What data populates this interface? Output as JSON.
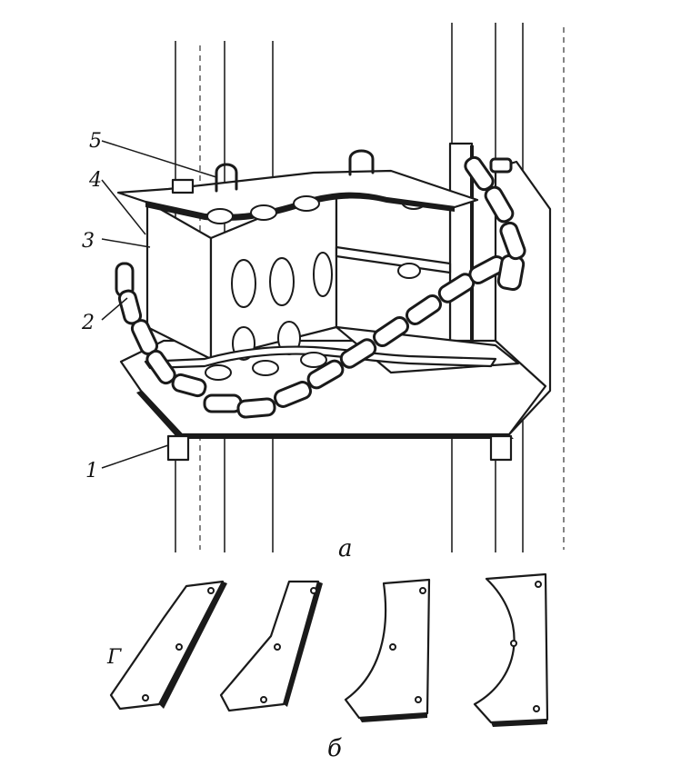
{
  "figure": {
    "part_labels": [
      "1",
      "2",
      "3",
      "4",
      "5"
    ],
    "caption_a": "а",
    "caption_b": "б",
    "stray_mark": "Γ"
  }
}
